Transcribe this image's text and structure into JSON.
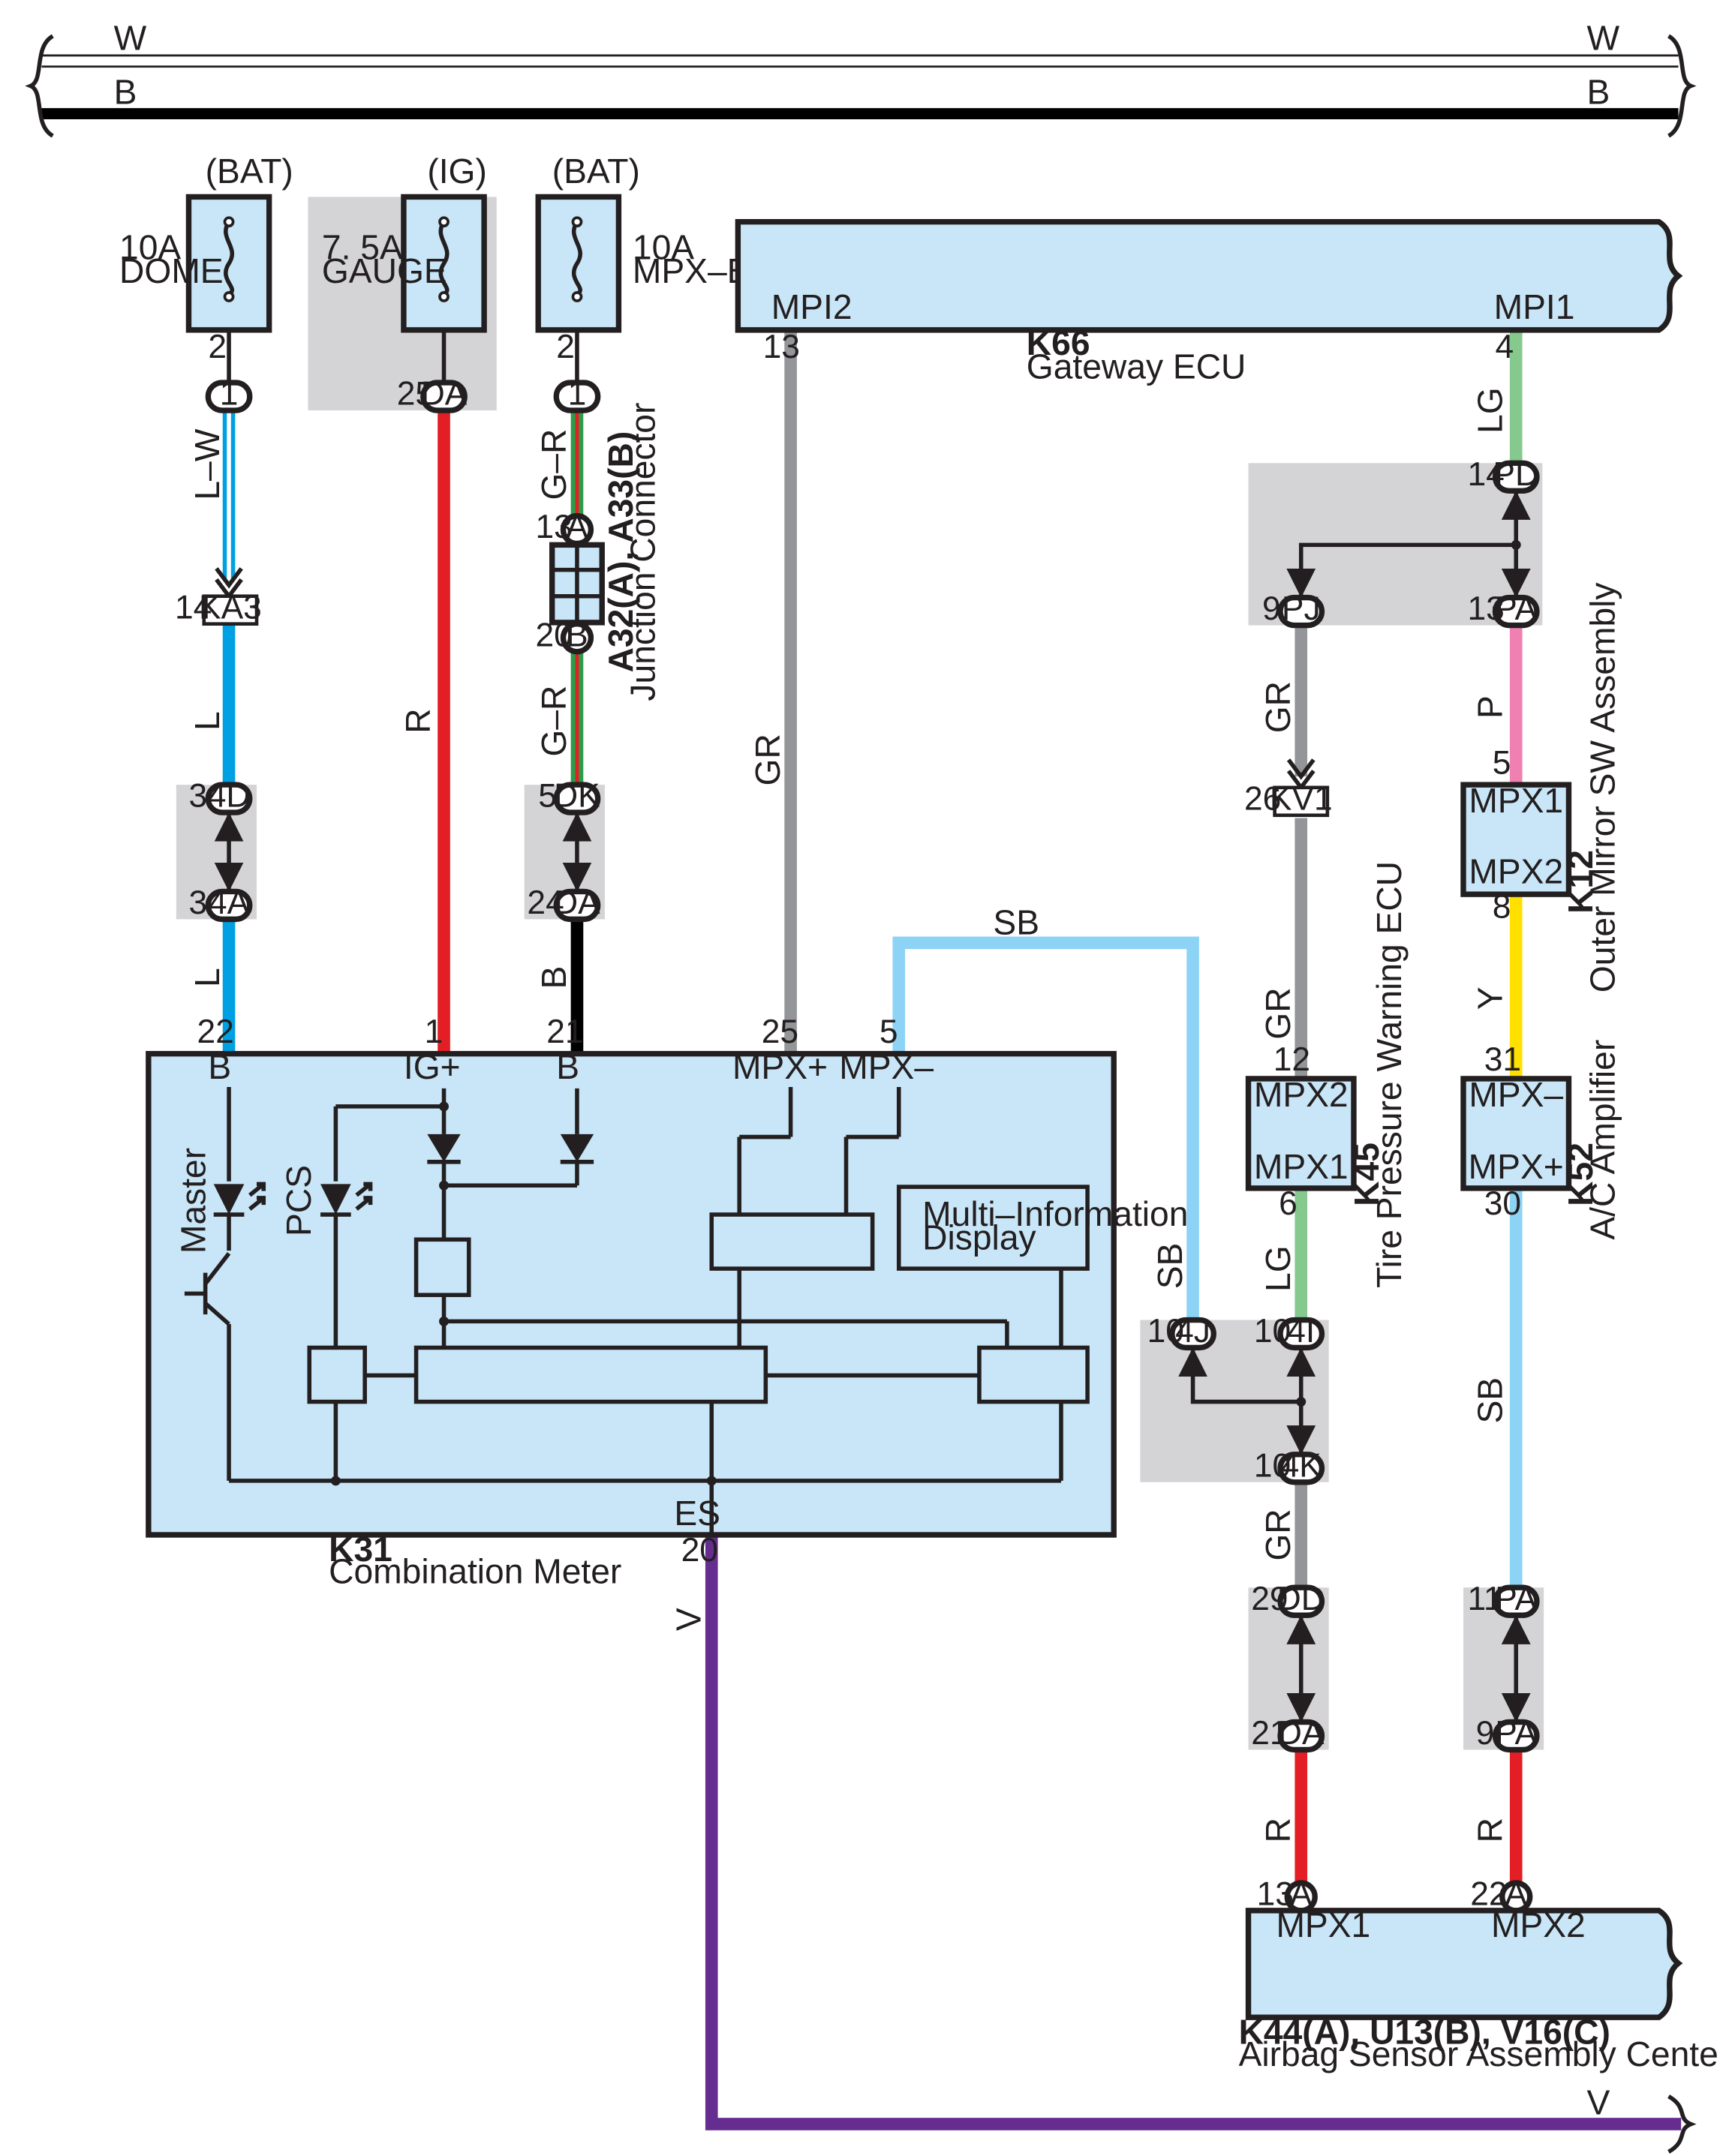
{
  "colors": {
    "component_fill": "#c8e6f7",
    "shade": "#d4d4d6",
    "wire_L": "#00a0e3",
    "wire_R": "#e31e24",
    "wire_B": "#000000",
    "wire_GR": "#939598",
    "wire_SB": "#8dd3f5",
    "wire_LG": "#86c98e",
    "wire_P": "#f07fb2",
    "wire_Y": "#ffe000",
    "wire_V": "#662d91",
    "wire_G": "#2e9b48",
    "wire_W": "#ffffff"
  },
  "buses": {
    "top_left": "W",
    "top_right": "W",
    "bottom_left": "B",
    "bottom_right": "B",
    "v_right": "V"
  },
  "fuses": [
    {
      "source": "(BAT)",
      "rating": "10A",
      "name": "DOME",
      "pin": "2",
      "connector": "1",
      "wire": "L–W"
    },
    {
      "source": "(IG)",
      "rating": "7. 5A",
      "name": "GAUGE",
      "pin": "25",
      "connector": "DA",
      "wire": "R"
    },
    {
      "source": "(BAT)",
      "rating": "10A",
      "name": "MPX–B",
      "pin": "2",
      "connector": "1",
      "wire": "G–R"
    }
  ],
  "junction": {
    "id": "A32(A), A33(B)",
    "name": "Junction Connector",
    "pin_a": "13",
    "conn_a": "A",
    "pin_b": "20",
    "conn_b": "B",
    "wire": "G–R"
  },
  "col1": {
    "pin_ka3": "14",
    "ka3": "KA3",
    "wire_l1": "L",
    "pin_4d": "3",
    "c4d": "4D",
    "pin_4a": "3",
    "c4a": "4A",
    "wire_l2": "L"
  },
  "col2": {
    "wire": "R"
  },
  "col3": {
    "pin_dk": "5",
    "dk": "DK",
    "pin_da": "24",
    "da": "DA",
    "wire_b": "B"
  },
  "gateway": {
    "id": "K66",
    "name": "Gateway ECU",
    "mpi2": "MPI2",
    "mpi1": "MPI1",
    "pin_mpi2": "13",
    "pin_mpi1": "4",
    "wire_gr": "GR",
    "wire_lg": "LG"
  },
  "meter": {
    "id": "K31",
    "name": "Combination Meter",
    "pins": {
      "b1": "22",
      "igp": "1",
      "b2": "21",
      "mpxp": "25",
      "mpxm": "5",
      "es": "20"
    },
    "labels": {
      "b1": "B",
      "igp": "IG+",
      "b2": "B",
      "mpxp": "MPX+",
      "mpxm": "MPX–",
      "es": "ES"
    },
    "master": "Master",
    "pcs": "PCS",
    "mid": "Multi–Information Display",
    "mid_line1": "Multi–Information",
    "mid_line2": "Display"
  },
  "sb_top": "SB",
  "splice_right": {
    "pin_pd": "14",
    "pd": "PD",
    "pin_pj": "9",
    "pj": "PJ",
    "pin_pa": "13",
    "pa": "PA"
  },
  "tire_column": {
    "wire_gr1": "GR",
    "pin_kv1": "26",
    "kv1": "KV1",
    "wire_gr2": "GR",
    "pin_mpx2": "12",
    "pin_mpx1": "6",
    "wire_lg": "LG"
  },
  "tire_ecu": {
    "id": "K45",
    "name": "Tire Pressure Warning ECU",
    "mpx2": "MPX2",
    "mpx1": "MPX1"
  },
  "mirror": {
    "id": "K12",
    "name": "Outer Mirror SW Assembly",
    "mpx1": "MPX1",
    "mpx2": "MPX2",
    "pin_mpx1": "5",
    "pin_mpx2": "8",
    "wire_p": "P",
    "wire_y": "Y"
  },
  "ac": {
    "id": "K52",
    "name": "A/C Amplifier",
    "mpxm": "MPX–",
    "mpxp": "MPX+",
    "pin_mpxm": "31",
    "pin_mpxp": "30",
    "wire_sb": "SB"
  },
  "splice_4": {
    "wire_sb": "SB",
    "pin_4j": "10",
    "c4j": "4J",
    "pin_4i": "10",
    "c4i": "4I",
    "pin_4k": "10",
    "c4k": "4K"
  },
  "lower": {
    "wire_gr": "GR",
    "pin_dd": "29",
    "dd": "DD",
    "pin_da": "21",
    "da": "DA",
    "wire_r1": "R",
    "pin_pa1": "11",
    "pa1": "PA",
    "pin_pa2": "9",
    "pa2": "PA",
    "wire_r2": "R"
  },
  "airbag": {
    "id": "K44(A), U13(B), V16(C)",
    "name": "Airbag Sensor Assembly Center",
    "mpx1": "MPX1",
    "mpx2": "MPX2",
    "pin_mpx1": "13",
    "conn_1": "A",
    "pin_mpx2": "22",
    "conn_2": "A"
  },
  "es_wire": "V"
}
